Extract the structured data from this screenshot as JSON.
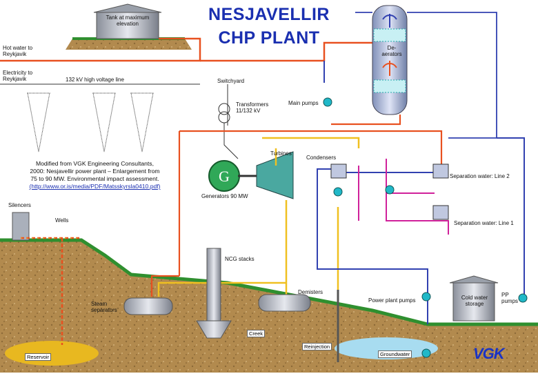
{
  "title": {
    "line1": "NESJAVELLIR",
    "line2": "CHP PLANT"
  },
  "credit": {
    "line1": "Modified from VGK Engineering Consultants,",
    "line2": "2000:  Nesjavellir power plant – Enlargement from",
    "line3": "75 to 90 MW.  Environmental impact assessment.",
    "link": "(http://www.or.is/media/PDF/Matsskyrsla0410.pdf)"
  },
  "labels": {
    "tank": "Tank at maximum elevation",
    "hot_water": "Hot water to Reykjavik",
    "electricity": "Electricity to Reykjavik",
    "hv_line": "132 kV high voltage line",
    "switchyard": "Switchyard",
    "transformers": "Transformers 11/132 kV",
    "deaerators": "De-aerators",
    "main_pumps": "Main pumps",
    "turbines": "Turbines",
    "generators": "Generators 90 MW",
    "condensers": "Condensers",
    "sep_line2": "Separation water: Line 2",
    "sep_line1": "Separation water: Line 1",
    "silencers": "Silencers",
    "wells": "Wells",
    "ncg_stacks": "NCG stacks",
    "steam_separators": "Steam separators",
    "demisters": "Demisters",
    "power_plant_pumps": "Power plant pumps",
    "cold_water_storage": "Cold water storage",
    "pp_pumps": "PP pumps",
    "creek": "Creek",
    "reinjection": "Reinjection",
    "groundwater": "Groundwater",
    "reservoir": "Reservoir",
    "logo": "VGK"
  },
  "colors": {
    "hot_water": "#e8501f",
    "steam": "#f0c020",
    "separation_water": "#d0209a",
    "cold_water": "#3040b0",
    "condensate": "#20b8c8",
    "ground": "#b08848",
    "grass": "#2f8f2f",
    "groundwater_pool": "#a8dcf0"
  }
}
